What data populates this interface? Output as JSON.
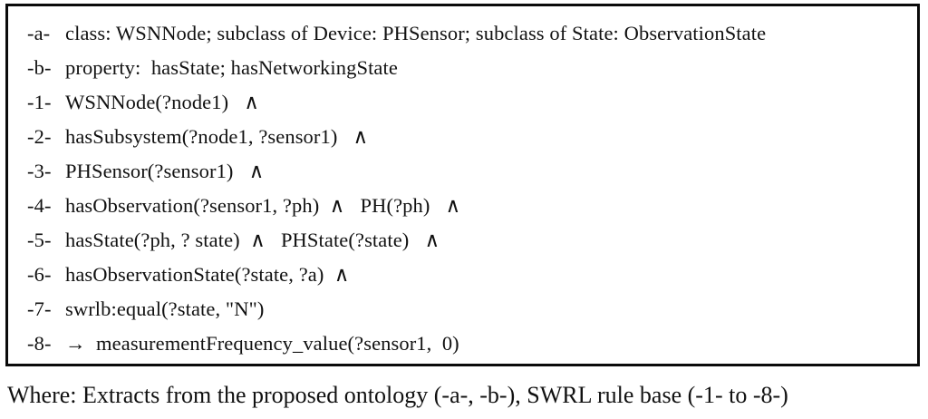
{
  "figure": {
    "box": {
      "border_color": "#0a0a0a",
      "background": "#ffffff"
    },
    "lines": [
      {
        "label": "-a-",
        "text": "class: WSNNode; subclass of Device: PHSensor; subclass of State: ObservationState"
      },
      {
        "label": "-b-",
        "text": "property:  hasState; hasNetworkingState"
      },
      {
        "label": "-1-",
        "text": "WSNNode(?node1)   ∧"
      },
      {
        "label": "-2-",
        "text": "hasSubsystem(?node1, ?sensor1)   ∧"
      },
      {
        "label": "-3-",
        "text": "PHSensor(?sensor1)   ∧"
      },
      {
        "label": "-4-",
        "text": "hasObservation(?sensor1, ?ph)  ∧   PH(?ph)   ∧"
      },
      {
        "label": "-5-",
        "text": "hasState(?ph, ? state)  ∧   PHState(?state)   ∧"
      },
      {
        "label": "-6-",
        "text": "hasObservationState(?state, ?a)  ∧"
      },
      {
        "label": "-7-",
        "text": "swrlb:equal(?state, \"N\")"
      },
      {
        "label": "-8-",
        "text": "→  measurementFrequency_value(?sensor1,  0)"
      }
    ],
    "caption": "Where: Extracts from the proposed ontology (-a-, -b-), SWRL rule base (-1- to -8-)"
  }
}
